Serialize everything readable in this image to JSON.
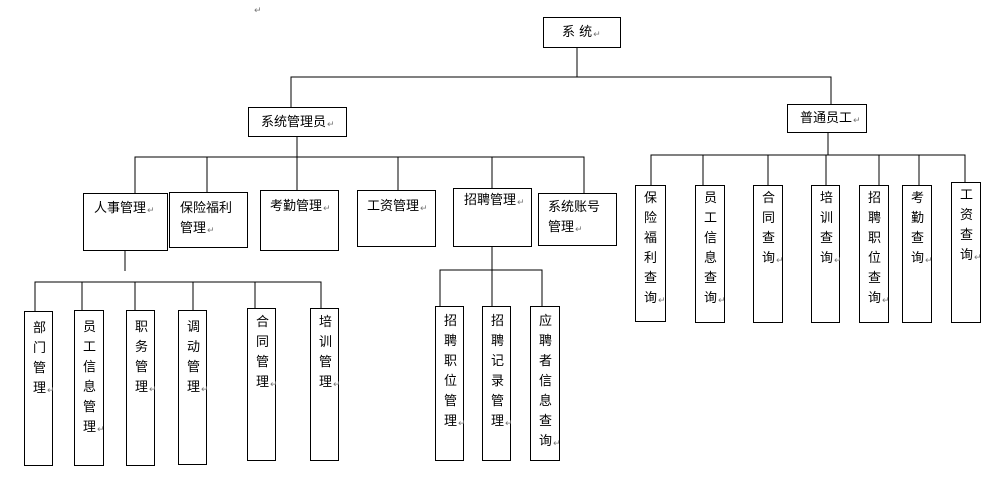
{
  "paragraph_mark": "↵",
  "nodes": {
    "root": {
      "lines": [
        "系  统"
      ]
    },
    "admin": {
      "lines": [
        "系统管理员"
      ]
    },
    "employee": {
      "lines": [
        "普通员工"
      ]
    },
    "hr": {
      "lines": [
        "人事管理"
      ]
    },
    "welfare": {
      "lines": [
        "保险福利",
        "管理"
      ]
    },
    "attend": {
      "lines": [
        "考勤管理"
      ]
    },
    "salary": {
      "lines": [
        "工资管理"
      ]
    },
    "recruit": {
      "lines": [
        "招聘管理"
      ]
    },
    "account": {
      "lines": [
        "系统账号",
        "管理"
      ]
    },
    "dept": {
      "lines": [
        "部",
        "门",
        "管",
        "理"
      ]
    },
    "staffinfo": {
      "lines": [
        "员",
        "工",
        "信",
        "息",
        "管",
        "理"
      ]
    },
    "position": {
      "lines": [
        "职",
        "务",
        "管",
        "理"
      ]
    },
    "transfer": {
      "lines": [
        "调",
        "动",
        "管",
        "理"
      ]
    },
    "contract": {
      "lines": [
        "合",
        "同",
        "管",
        "理"
      ]
    },
    "training": {
      "lines": [
        "培",
        "训",
        "管",
        "理"
      ]
    },
    "job": {
      "lines": [
        "招",
        "聘",
        "职",
        "位",
        "管",
        "理"
      ]
    },
    "record": {
      "lines": [
        "招",
        "聘",
        "记",
        "录",
        "管",
        "理"
      ]
    },
    "applicant": {
      "lines": [
        "应",
        "聘",
        "者",
        "信",
        "息",
        "查",
        "询"
      ]
    },
    "q_welfare": {
      "lines": [
        "保",
        "险",
        "福",
        "利",
        "查",
        "询"
      ]
    },
    "q_staff": {
      "lines": [
        "员",
        "工",
        "信",
        "息",
        "查",
        "询"
      ]
    },
    "q_contract": {
      "lines": [
        "合",
        "同",
        "查",
        "询"
      ]
    },
    "q_training": {
      "lines": [
        "培",
        "训",
        "查",
        "询"
      ]
    },
    "q_job": {
      "lines": [
        "招",
        "聘",
        "职",
        "位",
        "查",
        "询"
      ]
    },
    "q_attend": {
      "lines": [
        "考",
        "勤",
        "查",
        "询"
      ]
    },
    "q_salary": {
      "lines": [
        "工",
        "资",
        "查",
        "询"
      ]
    }
  }
}
